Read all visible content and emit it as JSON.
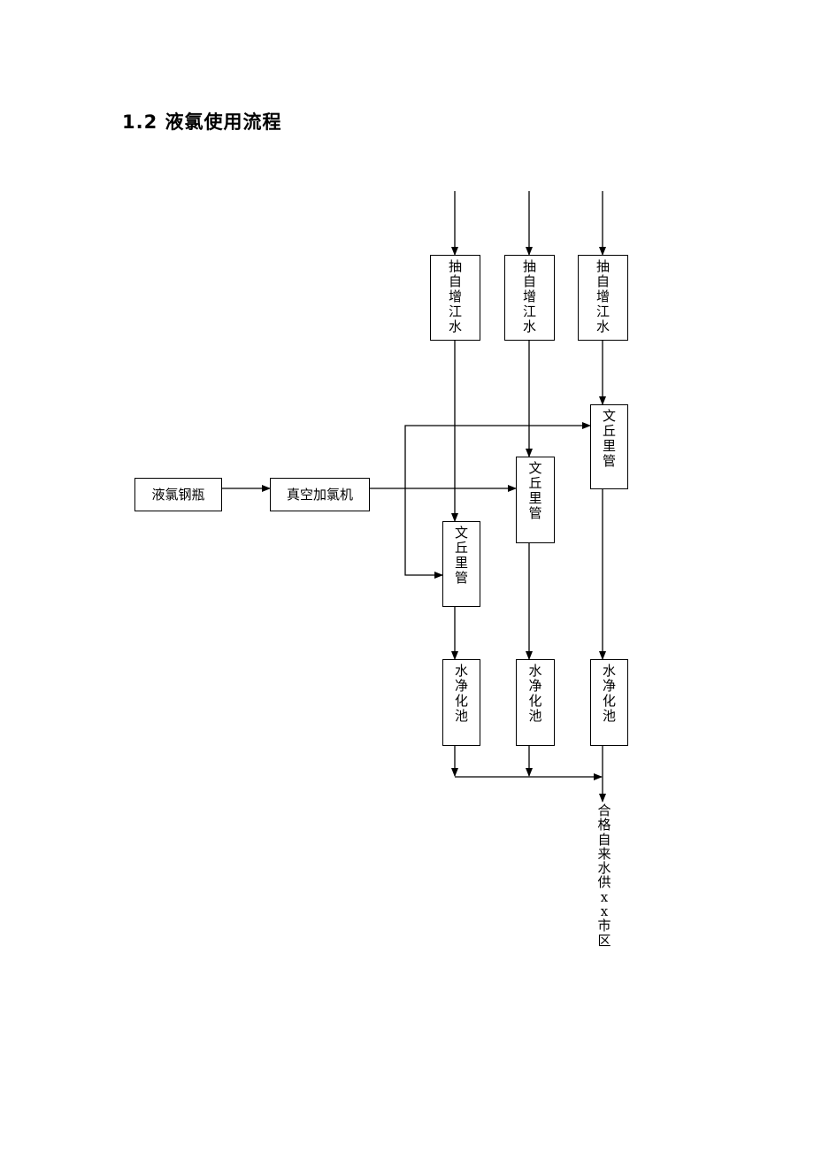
{
  "heading": "1.2 液氯使用流程",
  "boxes": {
    "cylinder": "液氯钢瓶",
    "vacuum_chlorinator": "真空加氯机",
    "intake": [
      "抽自增江水",
      "抽自增江水",
      "抽自增江水"
    ],
    "venturi": [
      "文丘里管",
      "文丘里管",
      "文丘里管"
    ],
    "purification": [
      "水净化池",
      "水净化池",
      "水净化池"
    ]
  },
  "output": "合格自来水供xx市区"
}
